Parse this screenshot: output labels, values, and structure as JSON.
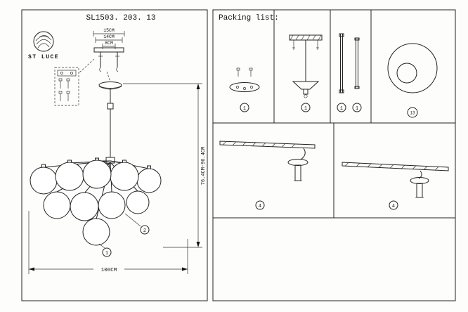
{
  "title": "SL1503. 203. 13",
  "brand": {
    "name": "ST LUCE"
  },
  "packing": {
    "header": "Packing list:",
    "items": {
      "base": "1",
      "assembly": "1",
      "rodA": "1",
      "rodB": "1",
      "shade": "13",
      "armA": "4",
      "armB": "4"
    }
  },
  "dims": {
    "w1": "15CM",
    "w2": "14CM",
    "w3": "8CM",
    "height": "76.4CM-96.4CM",
    "width": "100CM"
  },
  "callouts": {
    "c1": "1",
    "c2": "2"
  }
}
